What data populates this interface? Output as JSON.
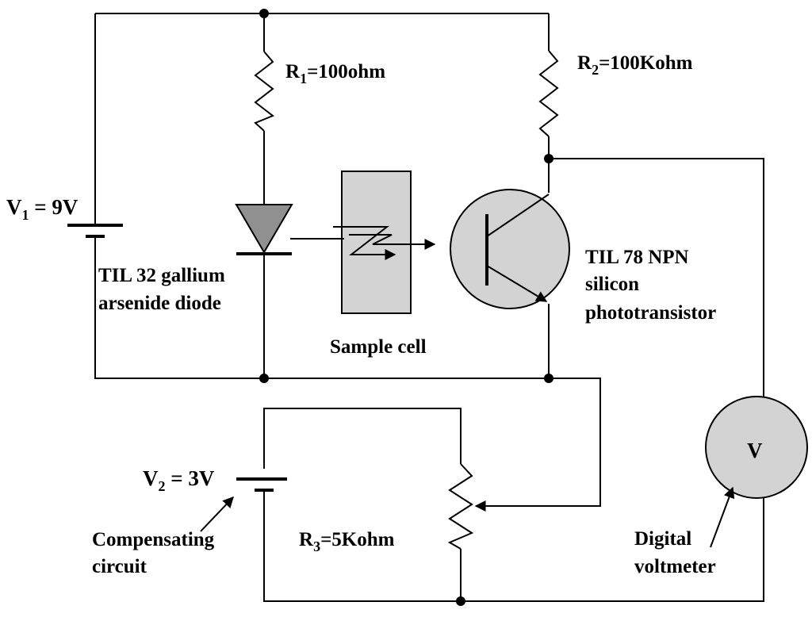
{
  "labels": {
    "v1_main": "V",
    "v1_sub": "1",
    "v1_value": " = 9V",
    "v2_main": "V",
    "v2_sub": "2",
    "v2_value": " = 3V",
    "r1_main": "R",
    "r1_sub": "1",
    "r1_value": "=100ohm",
    "r2_main": "R",
    "r2_sub": "2",
    "r2_value": "=100Kohm",
    "r3_main": "R",
    "r3_sub": "3",
    "r3_value": "=5Kohm",
    "diode_line1": "TIL 32 gallium",
    "diode_line2": "arsenide diode",
    "sample_cell": "Sample cell",
    "transistor_line1": "TIL 78 NPN",
    "transistor_line2": "silicon",
    "transistor_line3": "phototransistor",
    "comp_line1": "Compensating",
    "comp_line2": "circuit",
    "voltmeter_symbol": "V",
    "voltmeter_line1": "Digital",
    "voltmeter_line2": "voltmeter"
  },
  "colors": {
    "component_fill": "#d3d3d3",
    "diode_fill": "#909090",
    "wire": "#000000"
  }
}
